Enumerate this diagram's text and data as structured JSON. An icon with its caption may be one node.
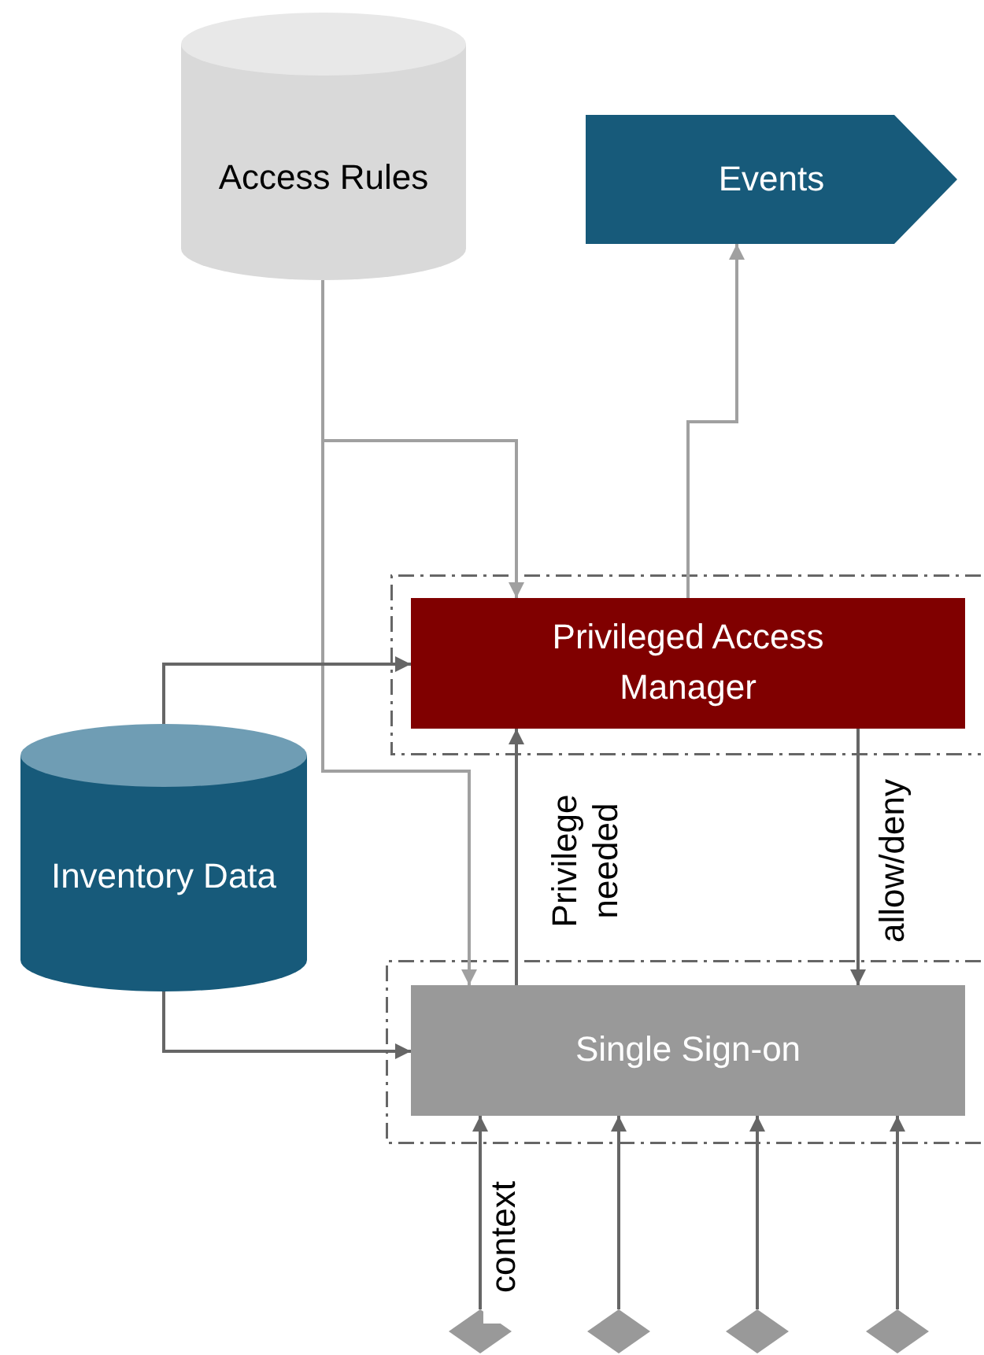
{
  "diagram": {
    "nodes": [
      {
        "text": [
          "Access Rules"
        ]
      },
      {
        "text": [
          "Events"
        ]
      },
      {
        "text": [],
        "shape": "box"
      },
      {
        "text": [
          "Privileged Access Manager"
        ],
        "in": 2
      },
      {
        "text": [
          "Inventory Data"
        ]
      },
      {
        "text": [],
        "shape": "box"
      },
      {
        "text": [
          "Single Sign-on"
        ],
        "in": 5
      },
      {
        "text": [],
        "shape": "diamond"
      },
      {
        "text": [],
        "shape": "diamond"
      },
      {
        "text": [],
        "shape": "diamond"
      },
      {
        "text": [],
        "shape": "diamond"
      }
    ],
    "edges": [
      {
        "from": 0,
        "to": 3,
        "arrow": "to",
        "color": "#a0a0a0"
      },
      {
        "from": 0,
        "to": 6,
        "arrow": "to",
        "color": "#a0a0a0"
      },
      {
        "from": 3,
        "to": 1,
        "arrow": "to",
        "color": "#a0a0a0"
      },
      {
        "from": 4,
        "to": 3,
        "arrow": "to"
      },
      {
        "from": 4,
        "to": 6,
        "arrow": "to"
      },
      {
        "from": 6,
        "to": 3,
        "arrow": "to",
        "label": "Privilege needed"
      },
      {
        "from": 3,
        "to": 6,
        "arrow": "to",
        "label": "allow/deny"
      },
      {
        "from": 7,
        "to": 6,
        "arrow": "to",
        "label": "context"
      },
      {
        "from": 8,
        "to": 6,
        "arrow": "to"
      },
      {
        "from": 9,
        "to": 6,
        "arrow": "to"
      },
      {
        "from": 10,
        "to": 6,
        "arrow": "to"
      }
    ]
  }
}
